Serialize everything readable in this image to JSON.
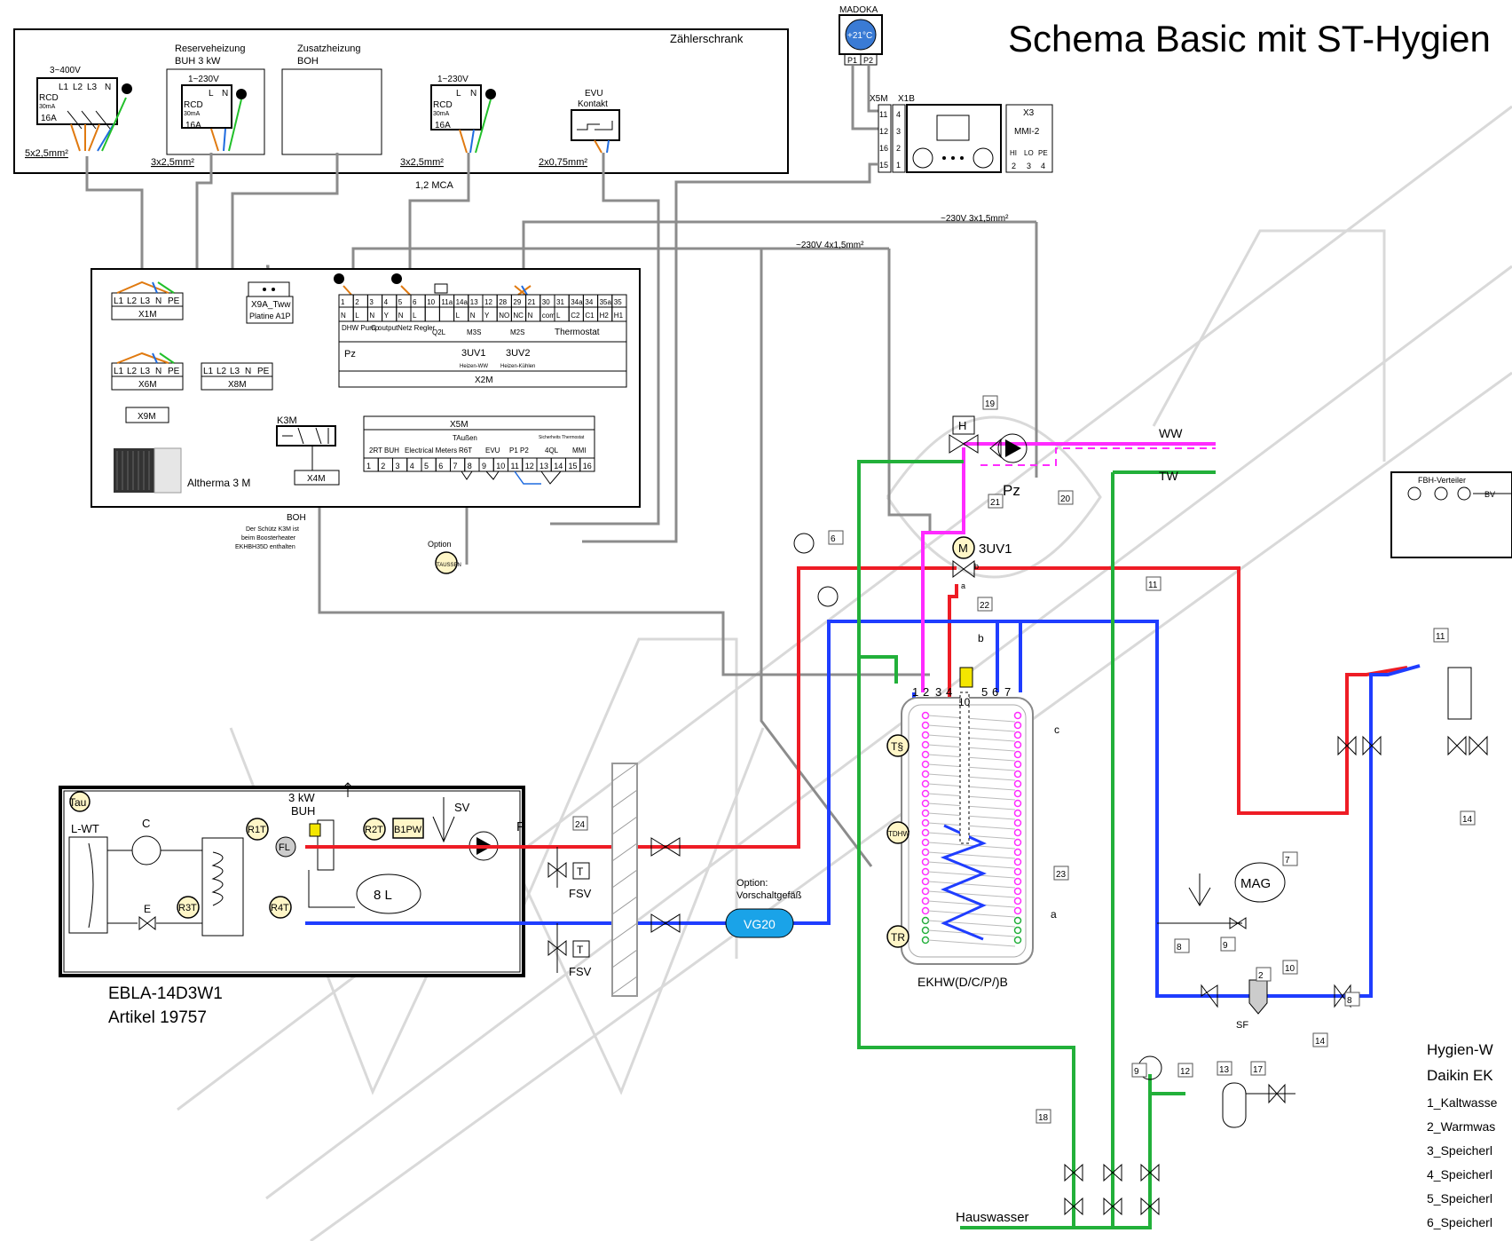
{
  "title": "Schema Basic mit ST-Hygien",
  "colors": {
    "red": "#ee1c25",
    "blue": "#1f3dff",
    "green": "#22b03a",
    "magenta": "#ff2bff",
    "gray": "#8c8c8c",
    "madoka": "#3a7bd5",
    "vg20": "#1aa3e8"
  },
  "meter_cabinet": {
    "label": "Zählerschrank",
    "supply_3ph": "3~400V",
    "rcd": "RCD",
    "rcd_ma": "30mA",
    "fuse": "16A",
    "phases": [
      "L1",
      "L2",
      "L3",
      "N"
    ],
    "reserve_title": "Reserveheizung",
    "reserve_sub": "BUH 3 kW",
    "single_phase": "1~230V",
    "lnl": [
      "L",
      "N"
    ],
    "extra_title": "Zusatzheizung",
    "extra_sub": "BOH",
    "evu_title": "EVU",
    "evu_sub": "Kontakt",
    "cable_1": "5x2,5mm²",
    "cable_2": "3x2,5mm²",
    "cable_3": "3x2,5mm²",
    "cable_4": "2x0,75mm²",
    "mca": "1,2 MCA"
  },
  "controller": {
    "madoka": "MADOKA",
    "madoka_temp": "+21°C",
    "p1": "P1",
    "p2": "P2",
    "x5m": "X5M",
    "x1b": "X1B",
    "x5m_pins": [
      "11",
      "12",
      "16",
      "15"
    ],
    "x1b_pins": [
      "4",
      "3",
      "2",
      "1"
    ],
    "x3": "X3",
    "mmi2": "MMI-2",
    "x3_top": [
      "HI",
      "LO",
      "PE"
    ],
    "x3_bottom": [
      "2",
      "3",
      "4"
    ],
    "cable_a": "~230V  3x1,5mm²",
    "cable_b": "~230V  4x1,5mm²"
  },
  "unit_box": {
    "x1m_pins": [
      "L1",
      "L2",
      "L3",
      "N",
      "PE"
    ],
    "x1m": "X1M",
    "x9a": "X9A_Tww",
    "platine": "Platine A1P",
    "x6m_pins": [
      "L1",
      "L2",
      "L3",
      "N",
      "PE"
    ],
    "x6m": "X6M",
    "x8m_pins": [
      "L1",
      "L2",
      "L3",
      "N",
      "PE"
    ],
    "x8m": "X8M",
    "x9m": "X9M",
    "k3m": "K3M",
    "x4m": "X4M",
    "altherma": "Altherma 3 M",
    "x2m_nums": [
      "1",
      "2",
      "3",
      "4",
      "5",
      "6",
      "10",
      "11a",
      "14a",
      "13",
      "12",
      "28",
      "29",
      "21",
      "30",
      "31",
      "34a",
      "34",
      "35a",
      "35"
    ],
    "x2m_letters": [
      "N",
      "L",
      "N",
      "Y",
      "N",
      "L",
      "",
      "",
      "L",
      "N",
      "Y",
      "NO",
      "NC",
      "N",
      "com",
      "L",
      "C2",
      "C1",
      "H2",
      "H1"
    ],
    "x2m_groups": [
      "DHW Pump",
      "C output",
      "Netz Regler",
      "Q2L",
      "M3S",
      "M2S",
      "Thermostat"
    ],
    "x2m_pz": "Pz",
    "x2m_3uv1": "3UV1",
    "x2m_3uv1_sub": "Heizen-WW",
    "x2m_3uv2": "3UV2",
    "x2m_3uv2_sub": "Heizen-Kühlen",
    "x2m": "X2M",
    "x5m": "X5M",
    "x5m_taussen": "TAußen",
    "x5m_sicherheits": "Sicherheits Thermostat",
    "x5m_groups": [
      "2RT BUH",
      "Electrical Meters",
      "R6T",
      "EVU",
      "P1 P2",
      "4QL",
      "MMI"
    ],
    "x5m_pins": [
      "1",
      "2",
      "3",
      "4",
      "5",
      "6",
      "7",
      "8",
      "9",
      "10",
      "11",
      "12",
      "13",
      "14",
      "15",
      "16"
    ],
    "boh": "BOH",
    "boh_note_1": "Der Schütz K3M ist",
    "boh_note_2": "beim Boosterheater",
    "boh_note_3": "EKHBH35D enthalten",
    "option": "Option",
    "taussen": "TAUSSEN"
  },
  "outdoor": {
    "tau": "Tau",
    "lwt": "L-WT",
    "c": "C",
    "e": "E",
    "r1t": "R1T",
    "r2t": "R2T",
    "r3t": "R3T",
    "r4t": "R4T",
    "fl": "FL",
    "buh_1": "3 kW",
    "buh_2": "BUH",
    "b1pw": "B1PW",
    "sv": "SV",
    "p": "P",
    "tank": "8 L",
    "model": "EBLA-14D3W1",
    "article": "Artikel 19757"
  },
  "hydraulics": {
    "fsv": "FSV",
    "t": "T",
    "option_1": "Option:",
    "option_2": "Vorschaltgefäß",
    "vg20": "VG20",
    "ww": "WW",
    "tw": "TW",
    "pz": "Pz",
    "h": "H",
    "m": "M",
    "uv": "3UV1",
    "a": "a",
    "b": "b",
    "c": "c",
    "storage": "EKHW(D/C/P/)B",
    "port_nums": [
      "1",
      "2",
      "3",
      "4",
      "5",
      "6",
      "7"
    ],
    "port_10": "10",
    "ts": "T§",
    "tdhw": "TDHW",
    "tr": "TR",
    "hauswasser": "Hauswasser",
    "mag": "MAG",
    "sf": "SF",
    "fbh": "FBH-Verteiler",
    "bv": "BV",
    "tags": [
      "24",
      "6",
      "19",
      "20",
      "21",
      "22",
      "11",
      "7",
      "9",
      "8",
      "2",
      "10",
      "14",
      "12",
      "13",
      "17",
      "18",
      "23",
      "11",
      "14",
      "9",
      "8"
    ]
  },
  "legend": {
    "heading_1": "Hygien-W",
    "heading_2": "Daikin EK",
    "items": [
      "1_Kaltwasse",
      "2_Warmwas",
      "3_Speicherl",
      "4_Speicherl",
      "5_Speicherl",
      "6_Speicherl"
    ]
  }
}
